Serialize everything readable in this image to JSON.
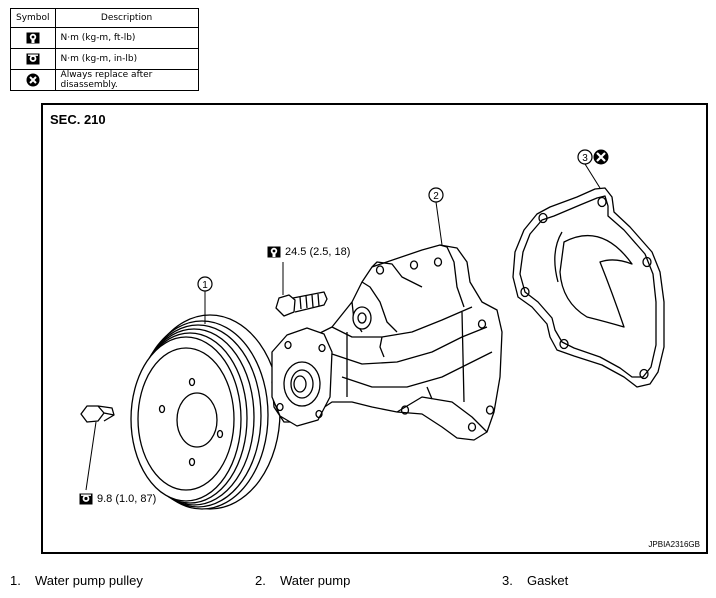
{
  "legend": {
    "header_symbol": "Symbol",
    "header_description": "Description",
    "rows": [
      {
        "icon": "torque-wrench-icon",
        "description": "N·m (kg-m, ft-lb)"
      },
      {
        "icon": "torque-wrench-small-icon",
        "description": "N·m (kg-m, in-lb)"
      },
      {
        "icon": "always-replace-icon",
        "description": "Always replace after disassembly."
      }
    ]
  },
  "diagram": {
    "section": "SEC. 210",
    "reference_code": "JPBIA2316GB",
    "callouts": [
      "1",
      "2",
      "3"
    ],
    "torque_specs": [
      {
        "icon": "torque-wrench-icon",
        "value": "24.5 (2.5, 18)"
      },
      {
        "icon": "torque-wrench-small-icon",
        "value": "9.8 (1.0, 87)"
      }
    ]
  },
  "parts": [
    {
      "number": "1.",
      "name": "Water pump pulley"
    },
    {
      "number": "2.",
      "name": "Water pump"
    },
    {
      "number": "3.",
      "name": "Gasket"
    }
  ]
}
